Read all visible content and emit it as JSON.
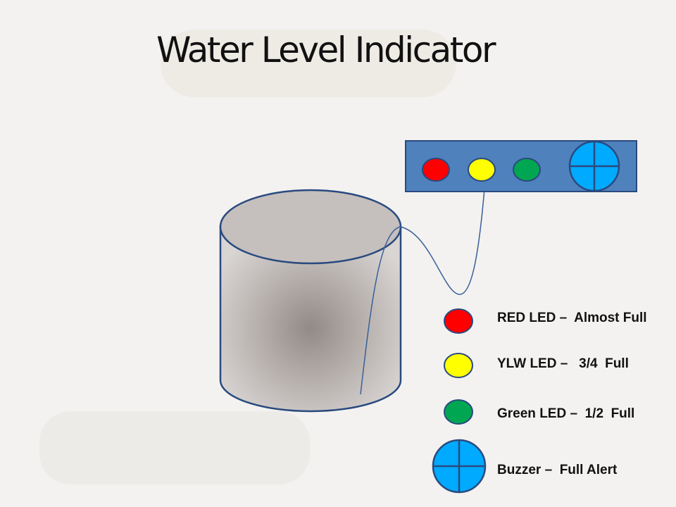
{
  "title": "Water Level Indicator",
  "colors": {
    "red_led": "#ff0000",
    "yellow_led": "#ffff00",
    "green_led": "#00a651",
    "buzzer": "#00aaff",
    "panel": "#4f81bd",
    "outline": "#2a4a7f"
  },
  "legend": [
    {
      "label": "RED LED –  Almost Full",
      "indicator": "red-led"
    },
    {
      "label": "YLW LED –   3/4  Full",
      "indicator": "yellow-led"
    },
    {
      "label": "Green LED –  1/2  Full",
      "indicator": "green-led"
    },
    {
      "label": "Buzzer –  Full Alert",
      "indicator": "buzzer"
    }
  ]
}
